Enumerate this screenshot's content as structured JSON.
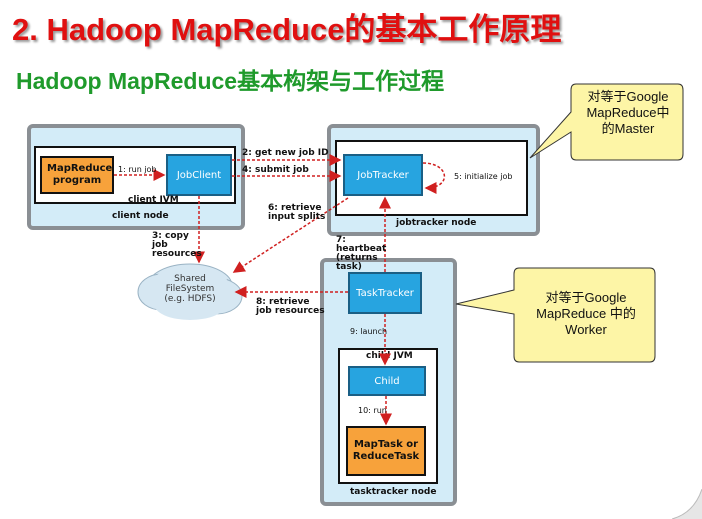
{
  "header": {
    "title": "2. Hadoop MapReduce的基本工作原理",
    "subtitle": "Hadoop MapReduce基本构架与工作过程"
  },
  "nodes": {
    "client_node": "client node",
    "client_jvm": "client JVM",
    "mapreduce_program": "MapReduce program",
    "jobclient": "JobClient",
    "jobtracker_node": "jobtracker node",
    "jobtracker": "JobTracker",
    "tasktracker_node": "tasktracker node",
    "tasktracker": "TaskTracker",
    "child_jvm": "child JVM",
    "child": "Child",
    "maptask": "MapTask or ReduceTask",
    "shared_fs": "Shared\nFileSystem\n(e.g. HDFS)"
  },
  "steps": {
    "s1": "1: run job",
    "s2": "2: get new job ID",
    "s3": "3: copy job resources",
    "s4": "4: submit job",
    "s5": "5: initialize job",
    "s6": "6: retrieve input splits",
    "s7": "7: heartbeat (returns task)",
    "s8": "8: retrieve job resources",
    "s9": "9: launch",
    "s10": "10: run"
  },
  "callouts": {
    "master": "对等于Google MapReduce中的Master",
    "worker": "对等于Google MapReduce 中的Worker"
  },
  "colors": {
    "title": "#e01010",
    "subtitle": "#1f9a2b",
    "node_bg": "#d3ecf8",
    "box_blue": "#27a4e0",
    "box_orange": "#f7a23b",
    "arrow": "#d02020",
    "callout_bg": "#fdf5a6"
  }
}
